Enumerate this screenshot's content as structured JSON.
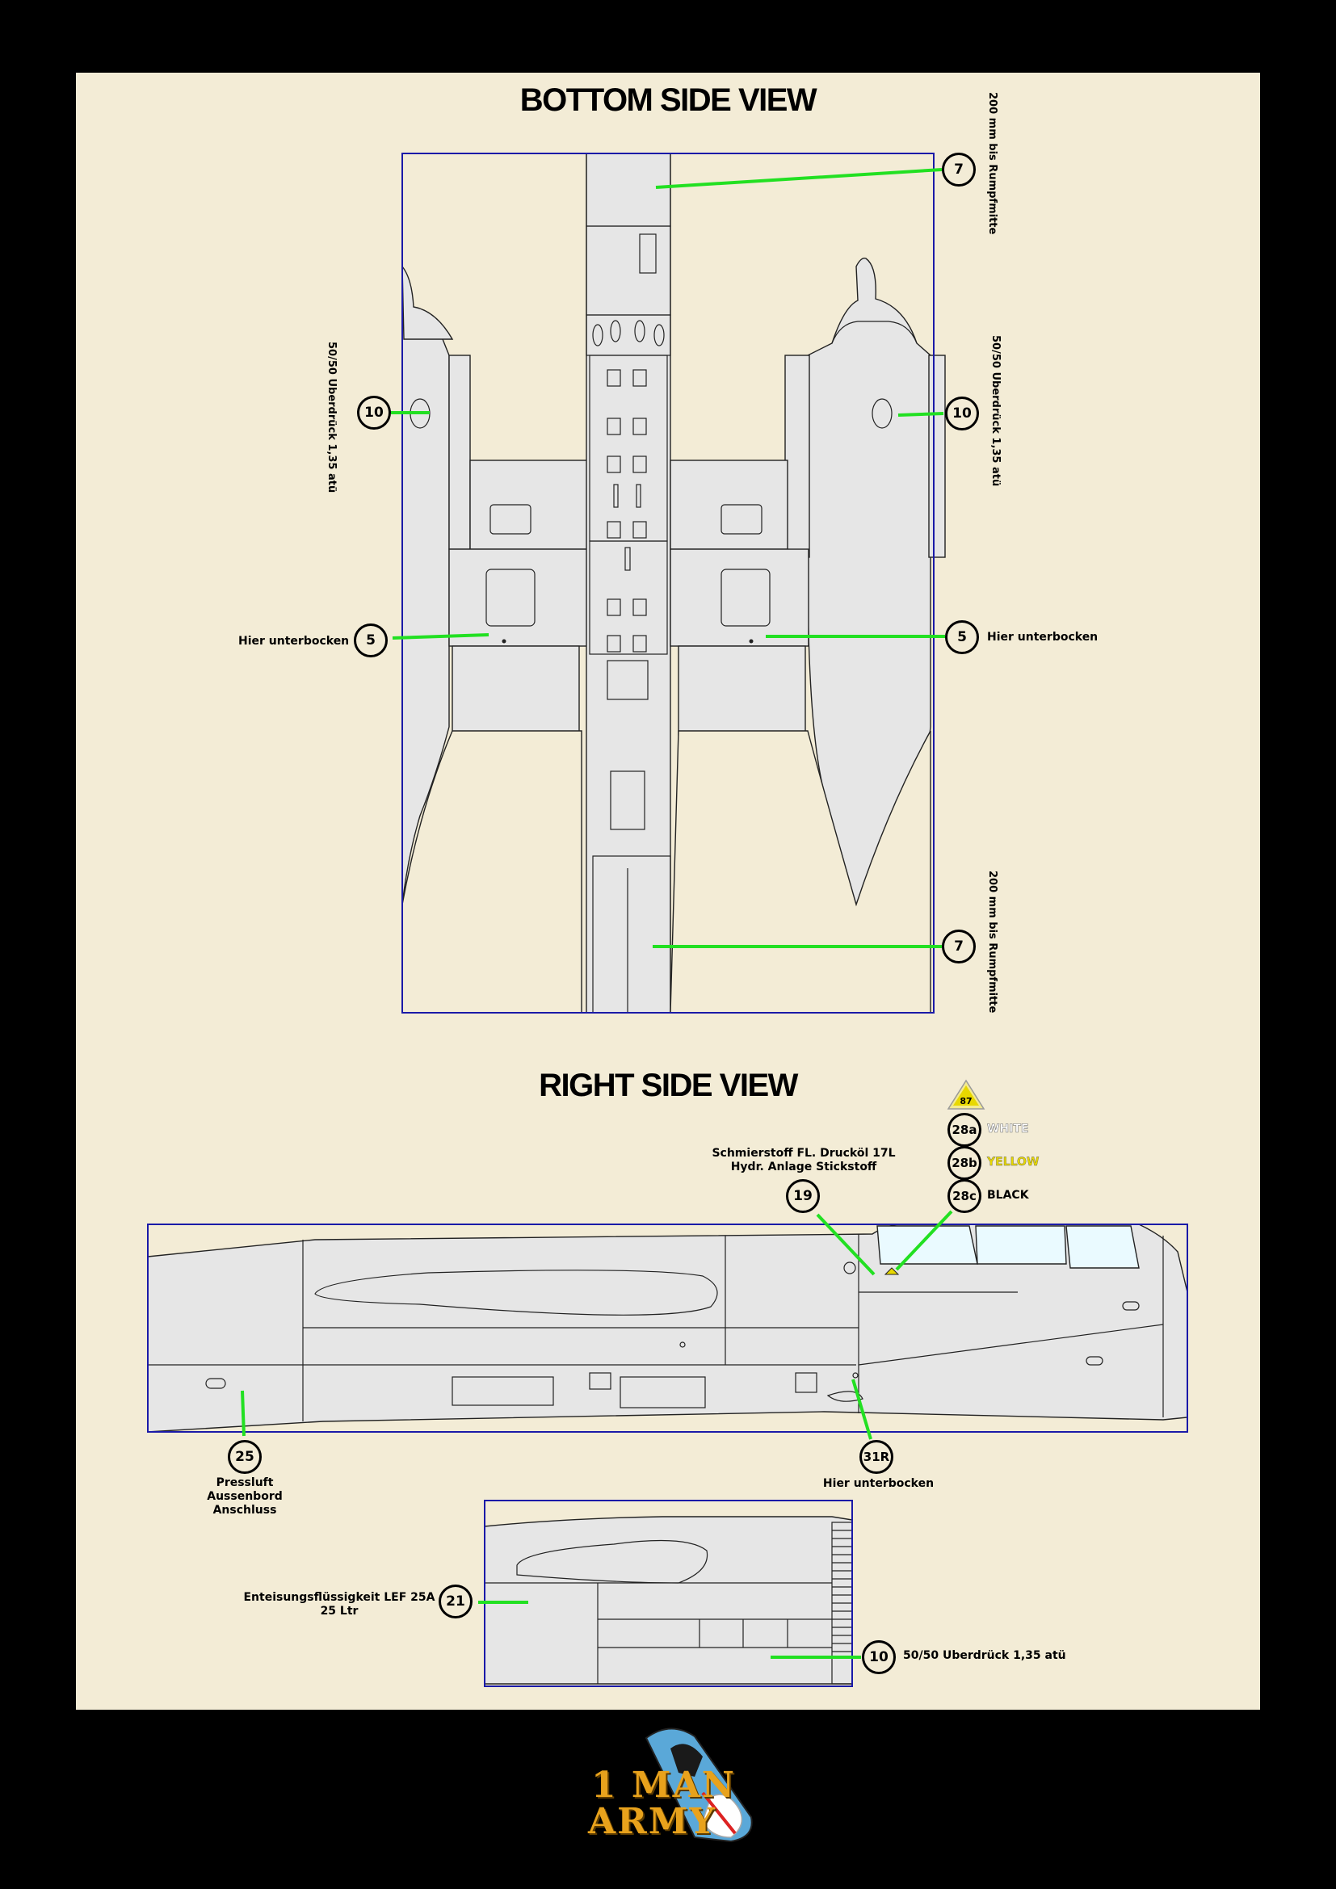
{
  "titles": {
    "bottom": "BOTTOM SIDE VIEW",
    "right": "RIGHT SIDE VIEW"
  },
  "bottom_view": {
    "callout_7_top": "7",
    "callout_7_bottom": "7",
    "callout_10_left": "10",
    "callout_10_right": "10",
    "callout_5_left": "5",
    "callout_5_right": "5",
    "vertical_7_top": "200 mm bis Rumpfmitte",
    "vertical_7_bottom": "200 mm bis Rumpfmitte",
    "vertical_10_left": "50/50 Uberdrück 1,35 atü",
    "vertical_10_right": "50/50 Uberdrück 1,35 atü",
    "label_5_left": "Hier unterbocken",
    "label_5_right": "Hier unterbocken"
  },
  "right_view": {
    "callout_87": "87",
    "callout_28a": "28a",
    "callout_28b": "28b",
    "callout_28c": "28c",
    "label_28a": "WHITE",
    "label_28b": "YELLOW",
    "label_28c": "BLACK",
    "callout_19": "19",
    "label_19_line1": "Schmierstoff FL. Drucköl 17L",
    "label_19_line2": "Hydr. Anlage Stickstoff",
    "callout_25": "25",
    "label_25_line1": "Pressluft",
    "label_25_line2": "Aussenbord",
    "label_25_line3": "Anschluss",
    "callout_31r": "31R",
    "label_31r": "Hier unterbocken"
  },
  "detail_view": {
    "callout_21": "21",
    "label_21_line1": "Enteisungsflüssigkeit LEF 25A",
    "label_21_line2": "25 Ltr",
    "callout_10": "10",
    "label_10": "50/50 Uberdrück 1,35 atü"
  },
  "logo": {
    "line1": "1 MAN",
    "line2": "ARMY"
  },
  "colors": {
    "background": "#000000",
    "sheet": "#f3ecd6",
    "panel": "#e6e6e6",
    "frame": "#1a1aa8",
    "leader": "#22e022",
    "yellow": "#e8d800"
  }
}
